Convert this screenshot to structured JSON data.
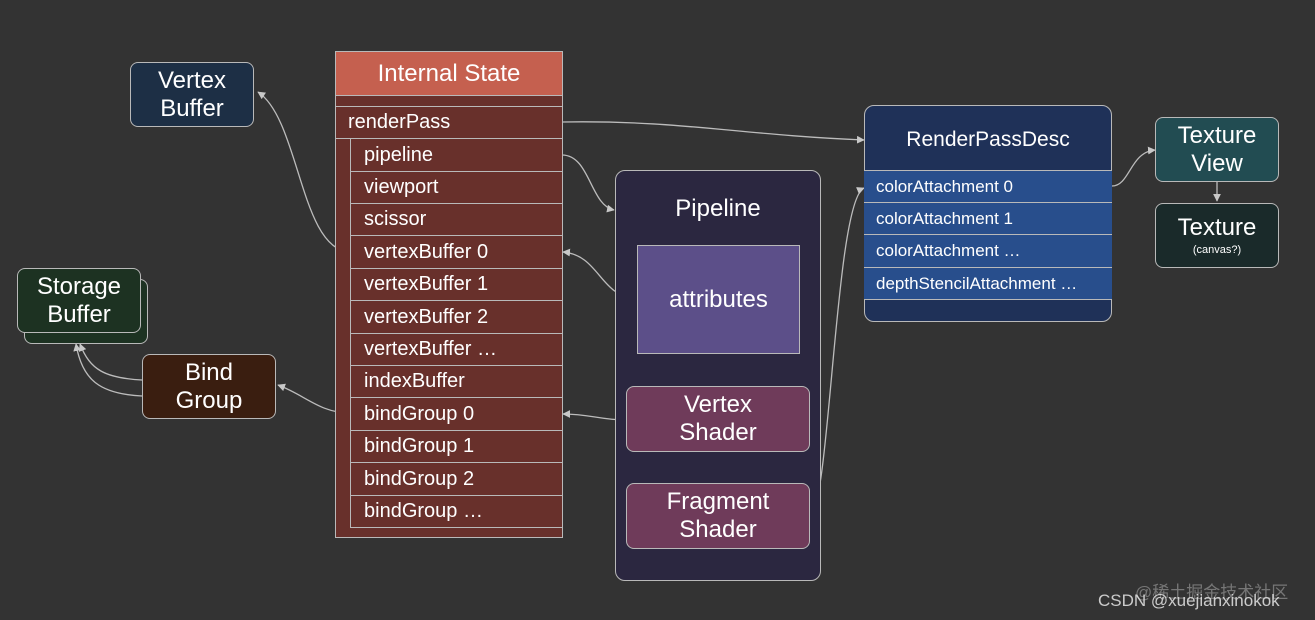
{
  "vertex_buffer": {
    "line1": "Vertex",
    "line2": "Buffer"
  },
  "storage_buffer": {
    "line1": "Storage",
    "line2": "Buffer"
  },
  "bind_group": {
    "line1": "Bind",
    "line2": "Group"
  },
  "internal_state": {
    "title": "Internal State",
    "render_pass": "renderPass",
    "fields": [
      "pipeline",
      "viewport",
      "scissor",
      "vertexBuffer 0",
      "vertexBuffer 1",
      "vertexBuffer 2",
      "vertexBuffer …",
      "indexBuffer",
      "bindGroup 0",
      "bindGroup 1",
      "bindGroup 2",
      "bindGroup …"
    ]
  },
  "pipeline": {
    "title": "Pipeline",
    "attributes": "attributes",
    "vertex_shader": {
      "line1": "Vertex",
      "line2": "Shader"
    },
    "fragment_shader": {
      "line1": "Fragment",
      "line2": "Shader"
    }
  },
  "render_pass_desc": {
    "title": "RenderPassDesc",
    "fields": [
      "colorAttachment 0",
      "colorAttachment 1",
      "colorAttachment …",
      "depthStencilAttachment …"
    ]
  },
  "texture_view": {
    "line1": "Texture",
    "line2": "View"
  },
  "texture": {
    "title": "Texture",
    "subtitle": "(canvas?)"
  },
  "watermark": {
    "line1": "@稀土掘金技术社区",
    "line2": "CSDN @xuejianxinokok"
  },
  "colors": {
    "background": "#333333",
    "internal_state_header": "#c5604f",
    "internal_state_rows": "#68302b",
    "pipeline_bg": "#2b2740",
    "attributes_bg": "#5c4f89",
    "shader_bg": "#6f3b5a",
    "render_pass_desc_bg": "#1f3158",
    "render_pass_desc_rows": "#284e8c",
    "vertex_buffer_bg": "#1d2f45",
    "storage_buffer_bg": "#1d3222",
    "bind_group_bg": "#3a1e10",
    "texture_view_bg": "#224c52",
    "texture_bg": "#1a2a2a"
  }
}
